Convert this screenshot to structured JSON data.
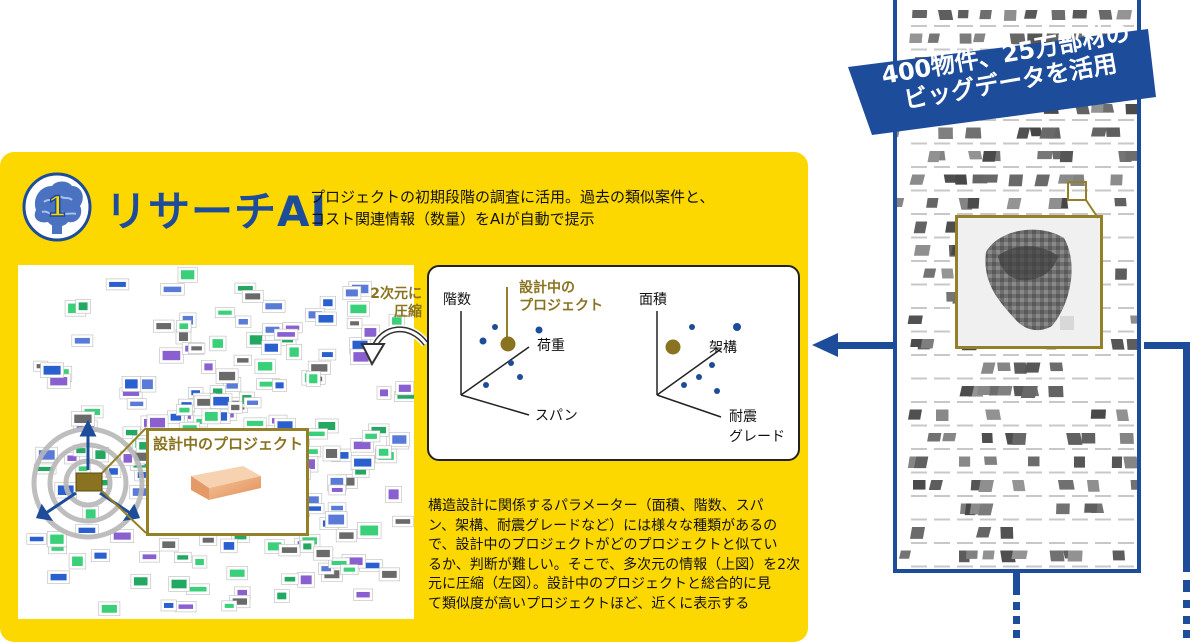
{
  "header": {
    "badge_number": "1",
    "title": "リサーチAI",
    "desc_lines": [
      "プロジェクトの初期段階の調査に活用。過去の類似案件と、",
      "コスト関連情報（数量）をAIが自動で提示"
    ]
  },
  "collage": {
    "callout_label": "設計中のプロジェクト"
  },
  "compress_label": [
    "2次元に",
    "圧縮"
  ],
  "scatter": {
    "left": {
      "axis_y": "階数",
      "axis_z": "荷重",
      "axis_x": "スパン",
      "highlight_label": [
        "設計中の",
        "プロジェクト"
      ]
    },
    "right": {
      "axis_y": "面積",
      "axis_z": "架構",
      "axis_x": [
        "耐震",
        "グレード"
      ]
    }
  },
  "paragraph": [
    "構造設計に関係するパラメーター（面積、階数、スパ",
    "ン、架構、耐震グレードなど）には様々な種類があるの",
    "で、設計中のプロジェクトがどのプロジェクトと似てい",
    "るか、判断が難しい。そこで、多次元の情報（上図）を2次",
    "元に圧縮（左図）。設計中のプロジェクトと総合的に見",
    "て類似度が高いプロジェクトほど、近くに表示する"
  ],
  "banner": [
    "400物件、25万部材の",
    "ビッグデータを活用"
  ],
  "colors": {
    "brand_blue": "#1d4c9a",
    "panel_yellow": "#fdd700",
    "gold": "#948028"
  }
}
